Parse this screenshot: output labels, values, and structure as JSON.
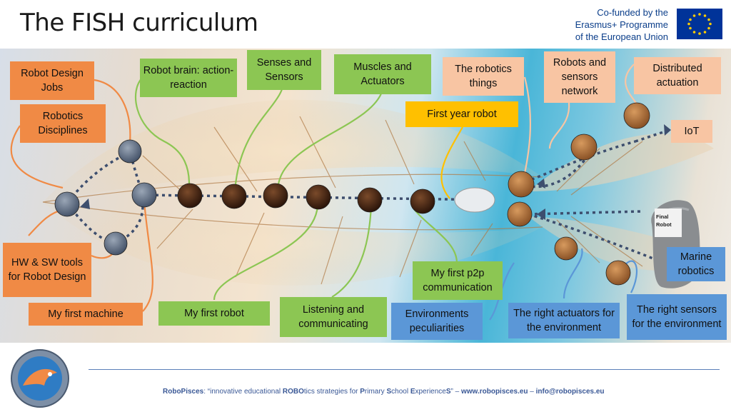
{
  "header": {
    "title": "The FISH curriculum",
    "eu_text": [
      "Co-funded by the",
      "Erasmus+ Programme",
      "of the European Union"
    ]
  },
  "colors": {
    "orange": "#f08a45",
    "green": "#8cc653",
    "peach": "#f8c5a3",
    "yellow": "#ffc000",
    "blue": "#5b97d7",
    "eu_blue": "#003399"
  },
  "nodes": {
    "robot_design_jobs": "Robot Design Jobs",
    "robotics_disciplines": "Robotics Disciplines",
    "hw_sw_tools": "HW & SW tools for Robot Design",
    "my_first_machine": "My first machine",
    "robot_brain": "Robot brain: action-reaction",
    "senses_sensors": "Senses and Sensors",
    "muscles_actuators": "Muscles and Actuators",
    "my_first_robot": "My first robot",
    "listening_communicating": "Listening and communicating",
    "my_first_p2p": "My first p2p communication",
    "first_year_robot": "First year robot",
    "robotics_things": "The robotics things",
    "robots_sensors_network": "Robots and sensors network",
    "distributed_actuation": "Distributed actuation",
    "iot": "IoT",
    "marine_robotics": "Marine robotics",
    "environments_peculiarities": "Environments peculiarities",
    "right_actuators": "The right actuators for the environment",
    "right_sensors": "The right sensors for the environment"
  },
  "final_robot": {
    "label": [
      "Final",
      "Robot"
    ]
  },
  "footer": {
    "brand": "RoboPisces",
    "tagline_pre": ": “innovative educational ",
    "tagline_robo": "ROBO",
    "tagline_mid1": "tics strategies for ",
    "tagline_p": "P",
    "tagline_mid2": "rimary ",
    "tagline_s": "S",
    "tagline_mid3": "chool ",
    "tagline_e": "E",
    "tagline_mid4": "xperience",
    "tagline_s2": "S",
    "tagline_end": "” – ",
    "site": "www.robopisces.eu",
    "sep": " – ",
    "email": "info@robopisces.eu"
  }
}
